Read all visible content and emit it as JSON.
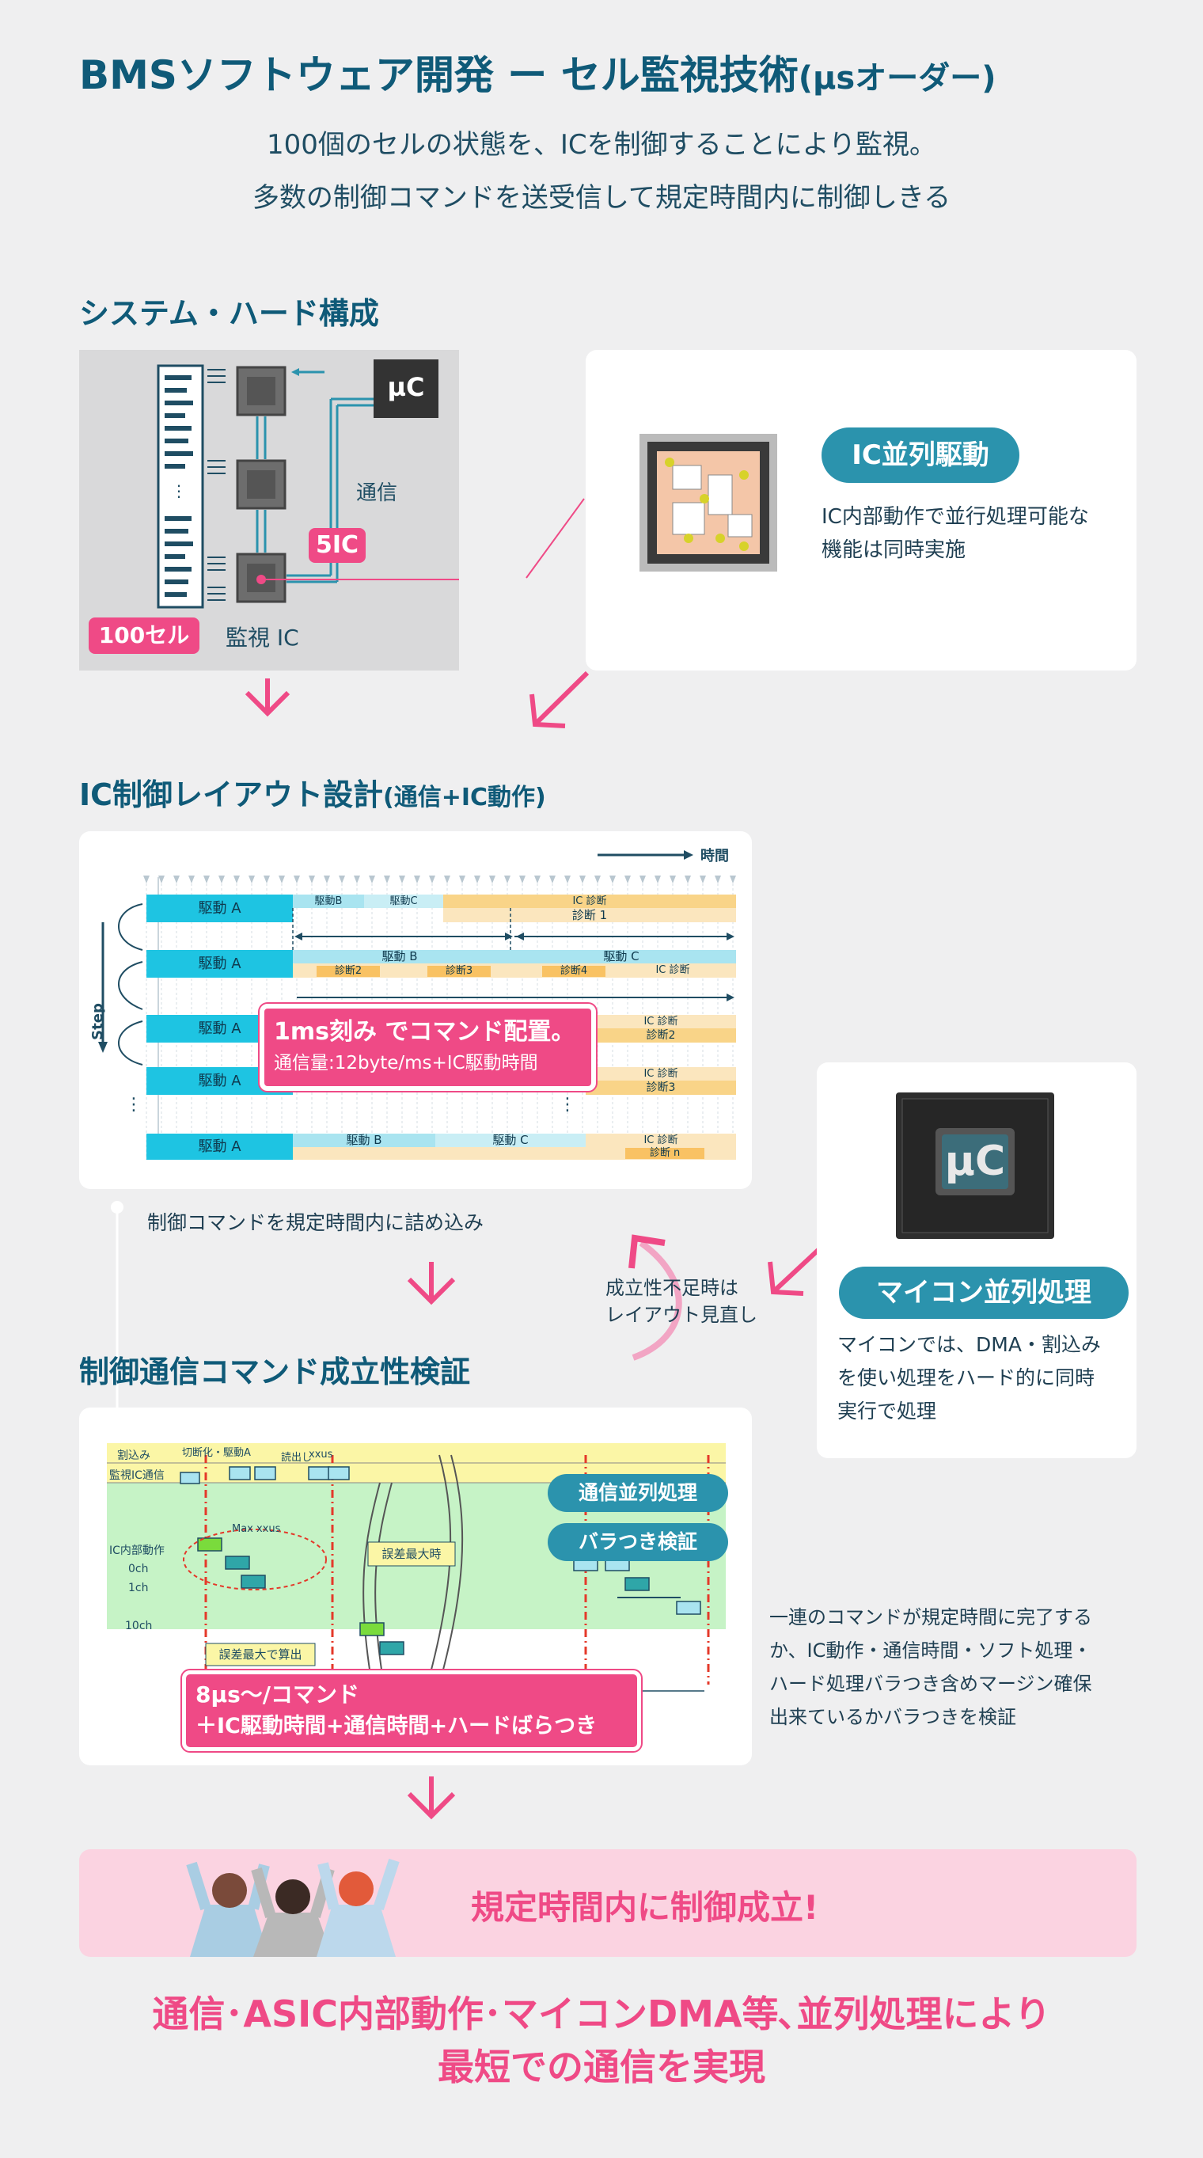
{
  "header": {
    "title": "BMSソフトウェア開発 ー セル監視技術",
    "title_suffix": "(µsオーダー)",
    "subtitle1": "100個のセルの状態を、ICを制御することにより監視。",
    "subtitle2": "多数の制御コマンドを送受信して規定時間内に制御しきる"
  },
  "section1": {
    "title": "システム・ハード構成",
    "mc_label": "µC",
    "comm_label": "通信",
    "ic_count": "5IC",
    "cells_label": "100セル",
    "monitor_ic": "監視 IC",
    "ic_parallel_title": "IC並列駆動",
    "ic_parallel_desc1": "IC内部動作で並行処理可能な",
    "ic_parallel_desc2": "機能は同時実施"
  },
  "section2": {
    "title": "IC制御レイアウト設計",
    "title_suffix": "(通信+IC動作)",
    "time_label": "時間",
    "step_label": "Step",
    "drive_a": "駆動 A",
    "drive_b": "駆動 B",
    "drive_c": "駆動 C",
    "drive_b_short": "駆動B",
    "drive_c_short": "駆動C",
    "ic_diag": "IC 診断",
    "diag1": "診断 1",
    "diag2": "診断2",
    "diag3": "診断3",
    "diag4": "診断4",
    "diag2b": "診断2",
    "diag3b": "診断3",
    "diagn": "診断 n",
    "callout1": "1ms刻み でコマンド配置。",
    "callout2": "通信量:12byte/ms+IC駆動時間",
    "ellipsis": "⋮",
    "caption": "制御コマンドを規定時間内に詰め込み"
  },
  "feedback": {
    "line1": "成立性不足時は",
    "line2": "レイアウト見直し"
  },
  "mcu": {
    "chip_label": "µC",
    "title": "マイコン並列処理",
    "desc1": "マイコンでは、DMA・割込み",
    "desc2": "を使い処理をハード的に同時",
    "desc3": "実行で処理"
  },
  "section3": {
    "title": "制御通信コマンド成立性検証",
    "row_interrupt": "割込み",
    "row_ic_comm": "監視IC通信",
    "row_ic_internal": "IC内部動作",
    "ch0": "0ch",
    "ch1": "1ch",
    "ch10": "10ch",
    "lbl_cut": "切断化・駆動A",
    "lbl_read": "読出し",
    "lbl_xxus": "xxus",
    "lbl_maxxxus": "Max xxus",
    "lbl_maxspread": "誤差最大時",
    "lbl_calc": "誤差最大で算出",
    "pill1": "通信並列処理",
    "pill2": "バラつき検証",
    "callout1": "8µs〜/コマンド",
    "callout2": "＋IC駆動時間+通信時間+ハードばらつき",
    "desc1": "一連のコマンドが規定時間に完了する",
    "desc2": "か、IC動作・通信時間・ソフト処理・",
    "desc3": "ハード処理バラつき含めマージン確保",
    "desc4": "出来ているかバラつきを検証"
  },
  "result": {
    "banner": "規定時間内に制御成立!",
    "footer1": "通信･ASIC内部動作･マイコンDMA等､並列処理により",
    "footer2": "最短での通信を実現"
  },
  "colors": {
    "accent": "#ef4a86",
    "teal": "#2b93ad",
    "navy": "#0f5a78"
  }
}
